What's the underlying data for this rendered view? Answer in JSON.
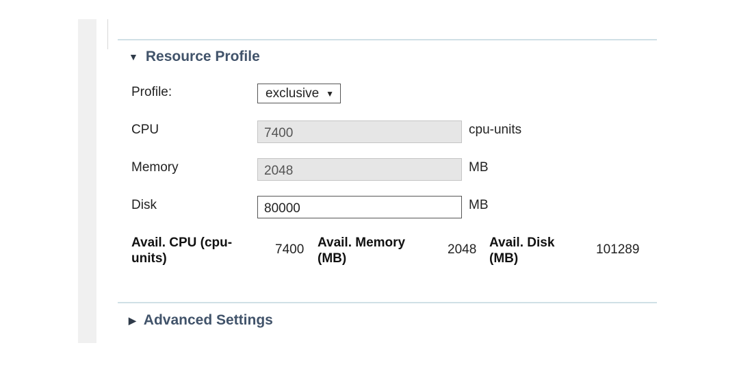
{
  "resource_profile": {
    "section_title": "Resource Profile",
    "profile_label": "Profile:",
    "profile_value": "exclusive",
    "cpu_label": "CPU",
    "cpu_value": "7400",
    "cpu_unit": "cpu-units",
    "memory_label": "Memory",
    "memory_value": "2048",
    "memory_unit": "MB",
    "disk_label": "Disk",
    "disk_value": "80000",
    "disk_unit": "MB"
  },
  "availability": {
    "cpu_label_line1": "Avail. CPU (cpu-",
    "cpu_label_line2": "units)",
    "cpu_value": "7400",
    "memory_label_line1": "Avail. Memory",
    "memory_label_line2": "(MB)",
    "memory_value": "2048",
    "disk_label_line1": "Avail. Disk",
    "disk_label_line2": "(MB)",
    "disk_value": "101289"
  },
  "advanced_settings": {
    "section_title": "Advanced Settings"
  },
  "icons": {
    "expanded": "caret-down-icon",
    "collapsed": "caret-right-icon"
  }
}
